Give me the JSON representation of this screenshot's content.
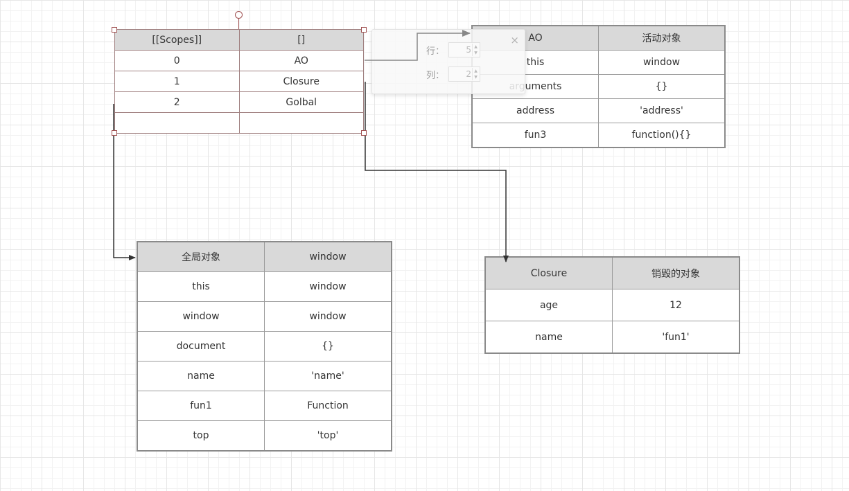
{
  "scopes_table": {
    "header": [
      "[[Scopes]]",
      "[]"
    ],
    "rows": [
      [
        "0",
        "AO"
      ],
      [
        "1",
        "Closure"
      ],
      [
        "2",
        "Golbal"
      ],
      [
        "",
        ""
      ]
    ]
  },
  "ao_table": {
    "header": [
      "AO",
      "活动对象"
    ],
    "rows": [
      [
        "this",
        "window"
      ],
      [
        "arguments",
        "{}"
      ],
      [
        "address",
        "'address'"
      ],
      [
        "fun3",
        "function(){}"
      ]
    ]
  },
  "global_table": {
    "header": [
      "全局对象",
      "window"
    ],
    "rows": [
      [
        "this",
        "window"
      ],
      [
        "window",
        "window"
      ],
      [
        "document",
        "{}"
      ],
      [
        "name",
        "'name'"
      ],
      [
        "fun1",
        "Function"
      ],
      [
        "top",
        "'top'"
      ]
    ]
  },
  "closure_table": {
    "header": [
      "Closure",
      "销毁的对象"
    ],
    "rows": [
      [
        "age",
        "12"
      ],
      [
        "name",
        "'fun1'"
      ]
    ]
  },
  "table_popup": {
    "rows_label": "行：",
    "rows_value": "5",
    "cols_label": "列：",
    "cols_value": "2",
    "close_glyph": "×"
  },
  "colors": {
    "header_bg": "#d9d9d9",
    "border": "#8a8a8a",
    "selection": "#a05050",
    "connector": "#333333"
  }
}
